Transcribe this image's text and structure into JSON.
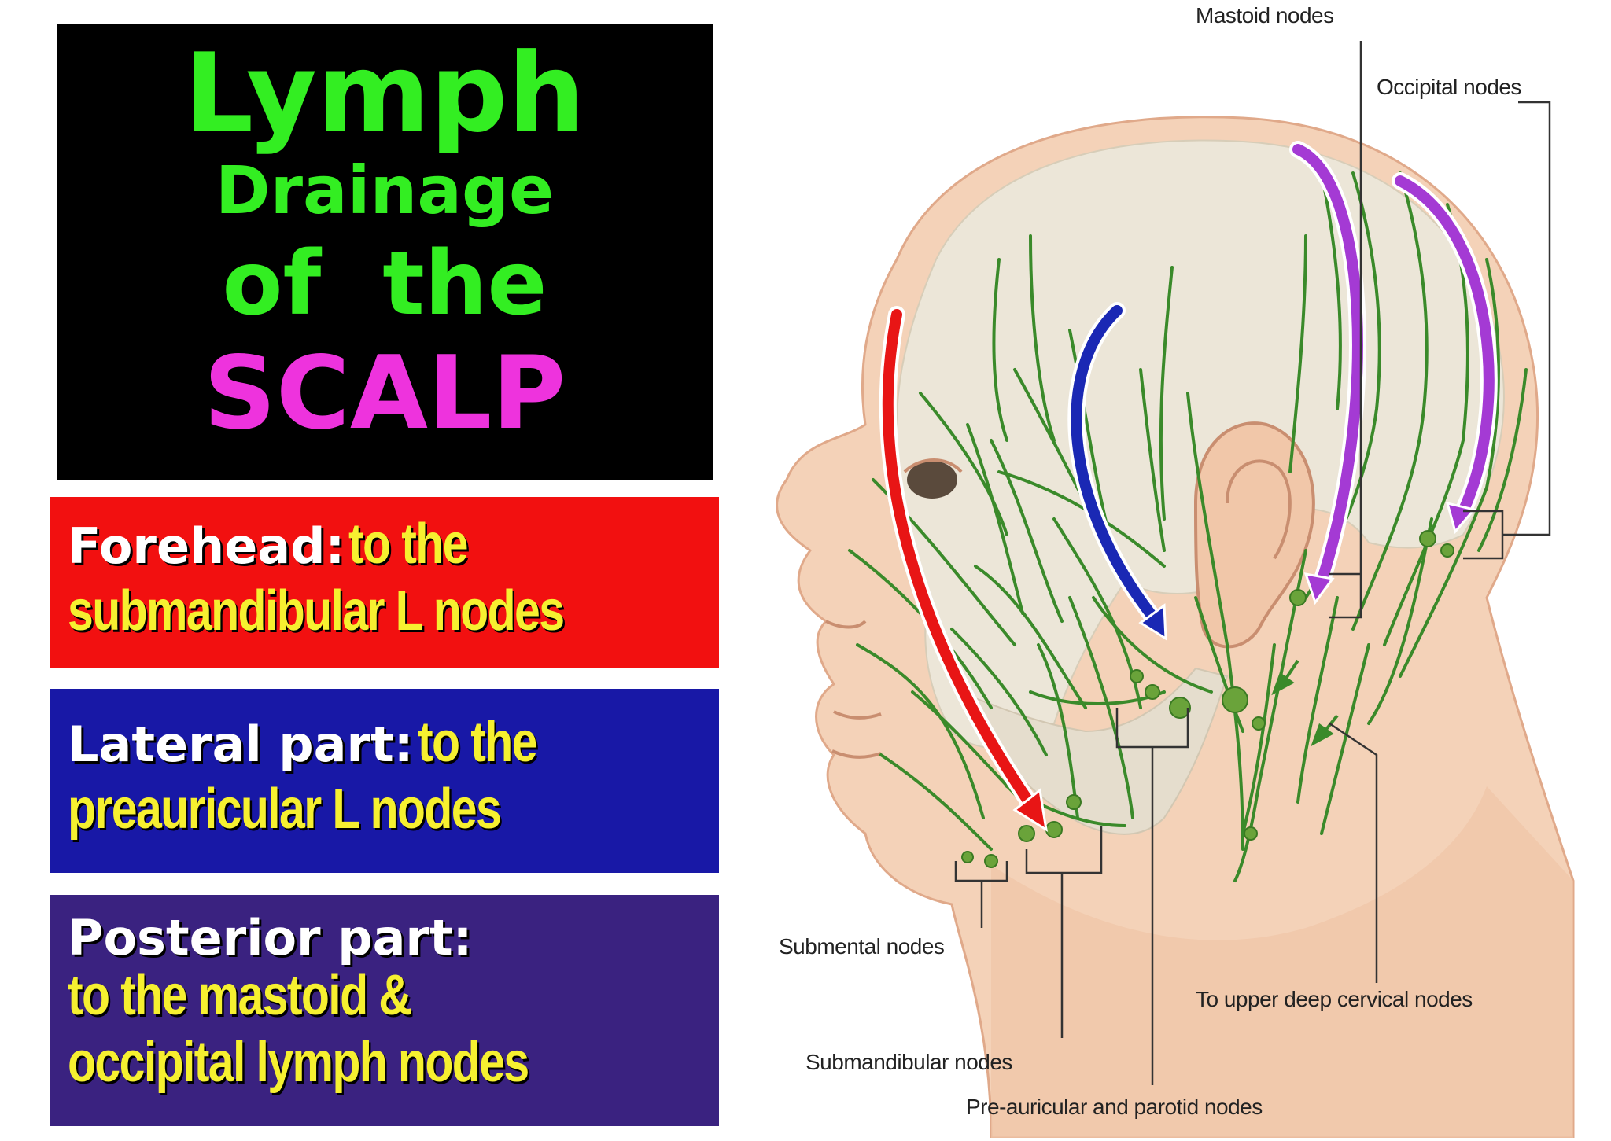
{
  "title": {
    "line1": "Lymph",
    "line2": "Drainage",
    "line3": "of  the",
    "line4": "SCALP"
  },
  "boxes": {
    "forehead": {
      "lead": "Forehead:",
      "text1": "to the",
      "text2": "submandibular L nodes"
    },
    "lateral": {
      "lead": "Lateral part:",
      "text1": "to the",
      "text2": "preauricular L nodes"
    },
    "posterior": {
      "lead": "Posterior part:",
      "text1": "to the mastoid &",
      "text2": "occipital lymph nodes"
    }
  },
  "diagram": {
    "labels": {
      "mastoid": "Mastoid nodes",
      "occipital": "Occipital nodes",
      "submental": "Submental nodes",
      "submandibular": "Submandibular nodes",
      "preauricular": "Pre-auricular and parotid nodes",
      "cervical": "To upper deep cervical nodes"
    },
    "colors": {
      "forehead_arrow": "#e81515",
      "lateral_arrow": "#1a28b4",
      "posterior_arrow": "#a43ad4",
      "lymph_vessel": "#3a8a2a",
      "skin": "#f4d2b8"
    }
  }
}
